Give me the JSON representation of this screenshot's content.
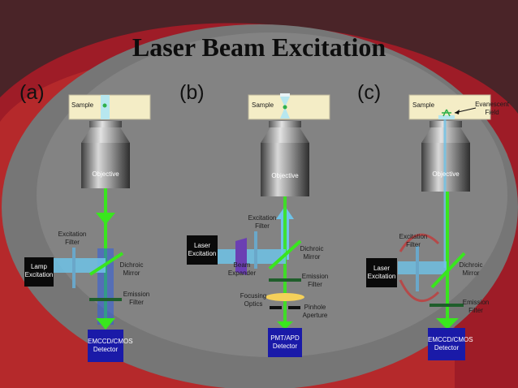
{
  "title": "Laser Beam Excitation",
  "panels": {
    "a": {
      "label": "(a)",
      "sample": "Sample",
      "objective": "Objective",
      "excitation_filter": "Excitation\nFilter",
      "source": "Lamp\nExcitation",
      "dichroic": "Dichroic\nMirror",
      "emission_filter": "Emission\nFilter",
      "detector": "EMCCD/CMOS\nDetector"
    },
    "b": {
      "label": "(b)",
      "sample": "Sample",
      "objective": "Objective",
      "excitation_filter": "Excitation\nFilter",
      "source": "Laser\nExcitation",
      "beam_expander": "Beam\nExpander",
      "dichroic": "Dichroic\nMirror",
      "emission_filter": "Emission\nFilter",
      "focusing_optics": "Focusing\nOptics",
      "pinhole": "Pinhole\nAperture",
      "detector": "PMT/APD\nDetector"
    },
    "c": {
      "label": "(c)",
      "sample": "Sample",
      "evanescent": "Evanescent\nField",
      "objective": "Objective",
      "excitation_filter": "Excitation\nFilter",
      "source": "Laser\nExcitation",
      "dichroic": "Dichroic\nMirror",
      "emission_filter": "Emission\nFilter",
      "detector": "EMCCD/CMOS\nDetector"
    }
  },
  "colors": {
    "emission": "#39e61e",
    "excitation": "#6ec3e8",
    "detector": "#1a1aa8",
    "source_box": "#0a0a0a",
    "sample": "#f4edc6"
  }
}
